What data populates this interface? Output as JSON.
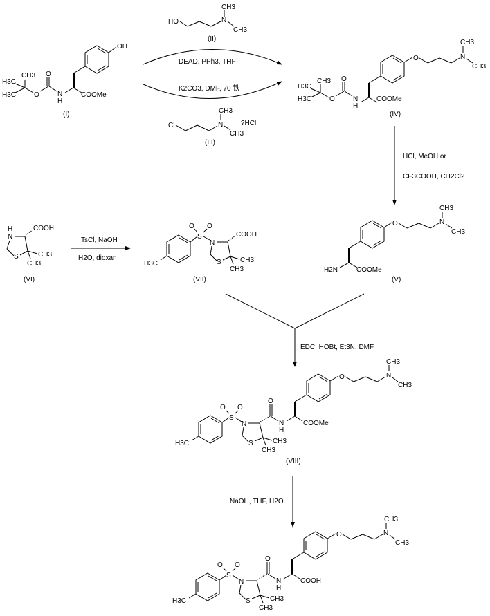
{
  "compounds": {
    "I": {
      "label": "(I)",
      "atoms": {
        "oh": "OH",
        "ch3": "CH3",
        "h3c_a": "H3C",
        "h3c_b": "H3C",
        "o_carbonyl": "O",
        "o_ester": "O",
        "n": "N",
        "h": "H",
        "ester": "COOMe"
      }
    },
    "II": {
      "label": "(II)",
      "atoms": {
        "ho": "HO",
        "n": "N",
        "ch3_a": "CH3",
        "ch3_b": "CH3"
      }
    },
    "III": {
      "label": "(III)",
      "atoms": {
        "cl": "Cl",
        "n": "N",
        "ch3_a": "CH3",
        "ch3_b": "CH3",
        "salt": "?HCl"
      }
    },
    "IV": {
      "label": "(IV)",
      "atoms": {
        "o_ether": "O",
        "n_amine": "N",
        "ch3_a": "CH3",
        "ch3_b": "CH3",
        "ch3": "CH3",
        "h3c_a": "H3C",
        "h3c_b": "H3C",
        "o_carbonyl": "O",
        "o_ester": "O",
        "n": "N",
        "h": "H",
        "ester": "COOMe"
      }
    },
    "V": {
      "label": "(V)",
      "atoms": {
        "o_ether": "O",
        "n_amine": "N",
        "ch3_a": "CH3",
        "ch3_b": "CH3",
        "h2n": "H2N",
        "ester": "COOMe"
      }
    },
    "VI": {
      "label": "(VI)",
      "atoms": {
        "h": "H",
        "n": "N",
        "s": "S",
        "cooh": "COOH",
        "ch3_a": "CH3",
        "ch3_b": "CH3"
      }
    },
    "VII": {
      "label": "(VII)",
      "atoms": {
        "h3c": "H3C",
        "o1": "O",
        "o2": "O",
        "s_sulfonyl": "S",
        "n": "N",
        "s": "S",
        "cooh": "COOH",
        "ch3_a": "CH3",
        "ch3_b": "CH3"
      }
    },
    "VIII": {
      "label": "(VIII)",
      "atoms": {
        "h3c": "H3C",
        "o1": "O",
        "o2": "O",
        "s_sulfonyl": "S",
        "n": "N",
        "s": "S",
        "ch3_a": "CH3",
        "ch3_b": "CH3",
        "o_amide": "O",
        "nh_n": "N",
        "nh_h": "H",
        "ester": "COOMe",
        "o_ether": "O",
        "n_amine": "N",
        "ch3_c": "CH3",
        "ch3_d": "CH3"
      }
    },
    "final": {
      "atoms": {
        "h3c": "H3C",
        "o1": "O",
        "o2": "O",
        "s_sulfonyl": "S",
        "n": "N",
        "s": "S",
        "ch3_a": "CH3",
        "ch3_b": "CH3",
        "o_amide": "O",
        "nh_n": "N",
        "nh_h": "H",
        "acid": "COOH",
        "o_ether": "O",
        "n_amine": "N",
        "ch3_c": "CH3",
        "ch3_d": "CH3"
      }
    }
  },
  "reactions": {
    "mitsunobu": "DEAD, PPh3, THF",
    "alkylation": "K2CO3, DMF, 70 铁",
    "deprotection_a": "HCl, MeOH  or",
    "deprotection_b": "CF3COOH, CH2Cl2",
    "tosylation_top": "TsCl, NaOH",
    "tosylation_bottom": "H2O, dioxan",
    "coupling": "EDC, HOBt, Et3N, DMF",
    "hydrolysis": "NaOH, THF, H2O"
  }
}
